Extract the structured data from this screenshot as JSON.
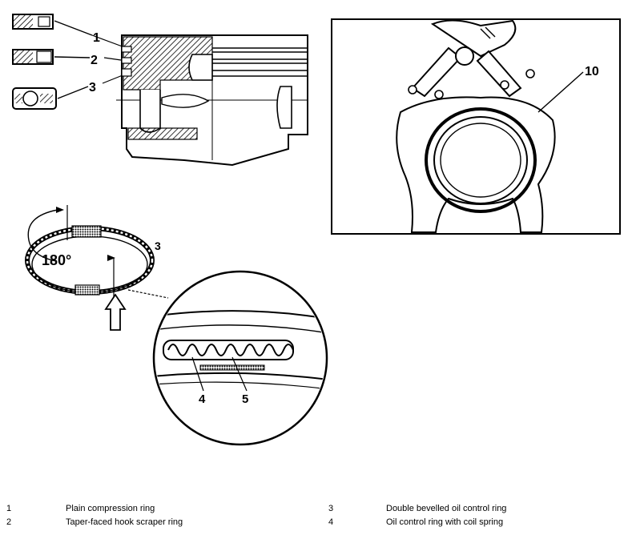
{
  "callouts": {
    "c1": "1",
    "c2": "2",
    "c3": "3",
    "c3b": "3",
    "c4": "4",
    "c5": "5",
    "c10": "10",
    "angle": "180°"
  },
  "legend": [
    {
      "num": "1",
      "text": "Plain compression ring"
    },
    {
      "num": "2",
      "text": "Taper-faced hook scraper ring"
    },
    {
      "num": "3",
      "text": "Double bevelled oil control ring"
    },
    {
      "num": "4",
      "text": "Oil control ring with coil spring"
    }
  ]
}
